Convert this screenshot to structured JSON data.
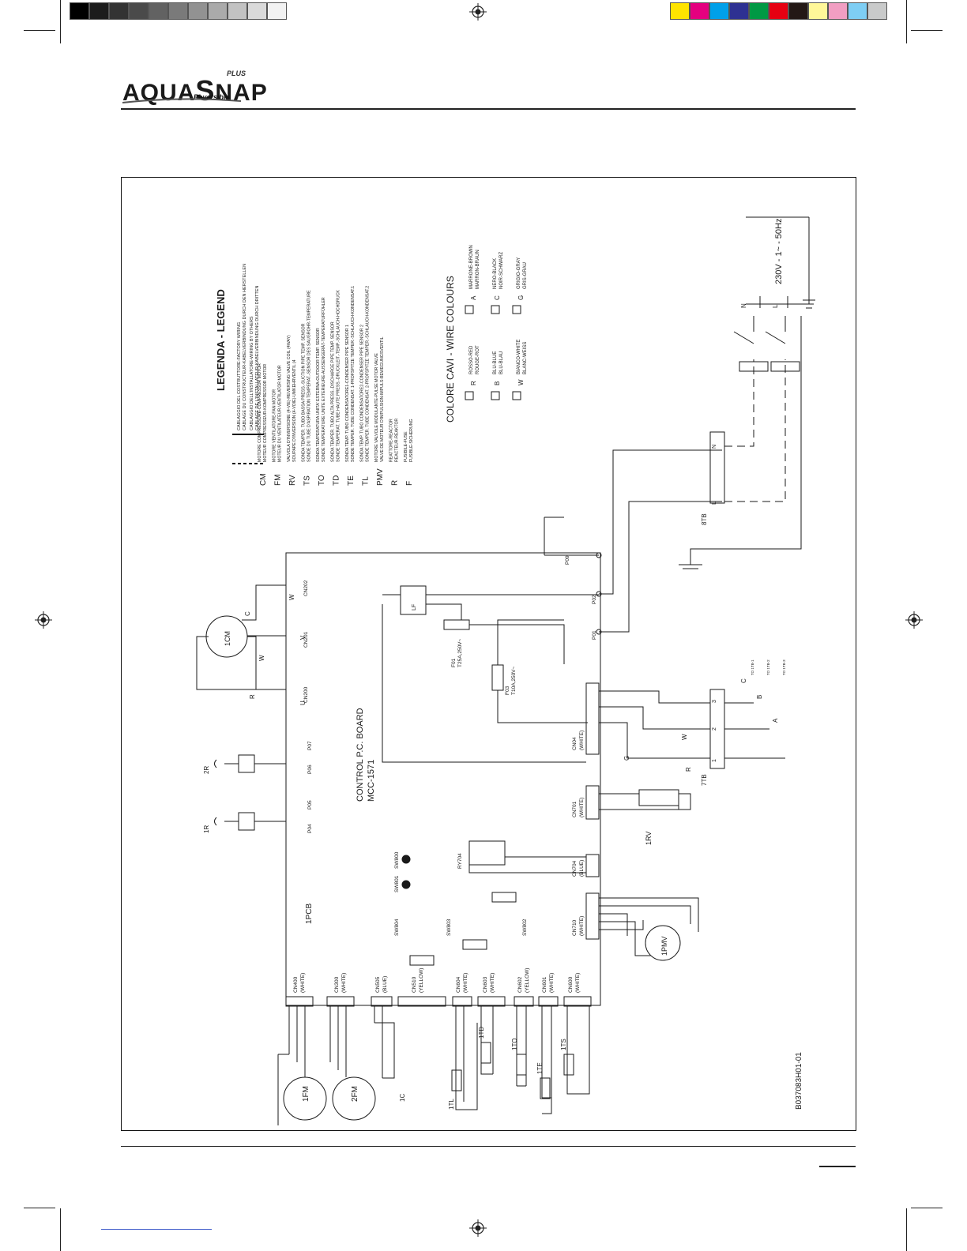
{
  "brand": {
    "name_prefix": "AQUA",
    "name_big": "S",
    "name_suffix": "NAP",
    "plus": "PLUS",
    "reversible": "Reversible"
  },
  "colors": {
    "greys": [
      "#000000",
      "#1c1c1c",
      "#333333",
      "#4a4a4a",
      "#626262",
      "#7a7a7a",
      "#929292",
      "#aaaaaa",
      "#c2c2c2",
      "#dadada",
      "#f2f2f2"
    ],
    "process": [
      "#ffe400",
      "#e4007f",
      "#00a0e9",
      "#2e3192",
      "#009944",
      "#e60012",
      "#231815",
      "#fff799",
      "#f19ec2",
      "#7ecef4",
      "#c9caca"
    ],
    "line": "#1a1a1a"
  },
  "legend": {
    "title": "LEGENDA - LEGEND",
    "wiring": [
      {
        "style": "solid",
        "lines": [
          "CABLAGGIO DEL COSTRUTTORE-FACTORY WIRING",
          "CABLAGE DU CONSTRUCTEUR-KABELVERBINDUNG DURCH DEN HERSTELLEN"
        ]
      },
      {
        "style": "dashed",
        "lines": [
          "CABLAGGIO DELL'INSTALLATORE-WIRING BY OTHERS",
          "CABLAGE DE L'INSTALLATEUR-KABELVERBINDUNG DURCH DRITTEN"
        ]
      }
    ],
    "items": [
      {
        "code": "CM",
        "lines": [
          "MOTORE COMPRESSORE-COMPRESSOR MOTOR",
          "MOTEUR COMPRESSEUR-KOMPRESSOR MOTOR"
        ]
      },
      {
        "code": "FM",
        "lines": [
          "MOTORE VENTILATORE-FAN MOTOR",
          "MOTEUR DU VENTILATEUR-VENTILATOR MOTOR"
        ]
      },
      {
        "code": "RV",
        "lines": [
          "VALVOLA D'INVERSIONE (4-VIE)-REVERSING VALVE COIL (4WAY)",
          "SOUPAPE D'INVERSION (4-VOIE)-UMKEHRVENTIL (4"
        ]
      },
      {
        "code": "TS",
        "lines": [
          "SONDA TEMPER. TUBO BASSA PRESS.-SUCTION PIPE TEMP. SENSOR",
          "SONDE DU TUBE D'ASPIRATION TEMPERAT.-SENSOR DES SAUGROHR-TEMPERATURE"
        ]
      },
      {
        "code": "TO",
        "lines": [
          "SONDA TEMPERATURA UNITA' ESTERNA-OUTDOOR TEMP. SENSOR",
          "SONDE TEMPERATURE UNITE EXTERIEURE-AUSSENGERÄT-TEMPERATURFÜHLER"
        ]
      },
      {
        "code": "TD",
        "lines": [
          "SONDA TEMPER. TUBO ALTA PRESS.-DISCHARGE PIPE TEMP. SENSOR",
          "SONDE TEMPERAT. TUBE HAUTE PRESS.-DRUCKLEIT.-TEMP.-SCHLAUCH-HOCHDRUCK"
        ]
      },
      {
        "code": "TE",
        "lines": [
          "SONDA TEMP. TUBO CONDENSATORE1-CONDENSER PIPE SENSOR 1",
          "SONDE TEMPER. TUBE CONDENSAT. 1-PROFSPITZE TEMPER.-SCHLAUCH-KONDENSAT.1"
        ]
      },
      {
        "code": "TL",
        "lines": [
          "SONDA TEMP. TUBO CONDENSATORE2-CONDENSER PIPE SENSOR 2",
          "SONDE TEMPER. TUBE CONDENSAT. 2-PROFSPITZE TEMPER.-SCHLAUCH-KONDENSAT.2"
        ]
      },
      {
        "code": "PMV",
        "lines": [
          "MOTORE VALVOLE MODULANTE-PULSE MOTOR VALVE",
          "VALVE DE MOTEUR D'IMPULSION-IMPULS-BEWEGUNGSVENTIL"
        ]
      },
      {
        "code": "R",
        "lines": [
          "REATTORE-REACTOR",
          "REACTEUR-REAKTOR"
        ]
      },
      {
        "code": "F",
        "lines": [
          "FUSIBILE-FUSE",
          "FUSIBLE-SICHERUNG"
        ]
      }
    ]
  },
  "wire_colours": {
    "title": "COLORE CAVI - WIRE COLOURS",
    "items": [
      {
        "code": "R",
        "lines": [
          "ROSSO-RED",
          "ROUGE-ROT"
        ]
      },
      {
        "code": "A",
        "lines": [
          "MARRONE-BROWN",
          "MARRON-BRAUN"
        ]
      },
      {
        "code": "B",
        "lines": [
          "BLU-BLUE",
          "BLU-BLAU"
        ]
      },
      {
        "code": "C",
        "lines": [
          "NERO-BLACK",
          "NOIR-SCHWARZ"
        ]
      },
      {
        "code": "W",
        "lines": [
          "BIANCO-WHITE",
          "BLANC-WEISS"
        ]
      },
      {
        "code": "G",
        "lines": [
          "GRIGIO-GRAY",
          "GRIS-GRAU"
        ]
      }
    ]
  },
  "diagram": {
    "board_title": "CONTROL P.C. BOARD",
    "board_model": "MCC-1571",
    "pcb": "1PCB",
    "supply": "230V - 1~ - 50Hz",
    "drawing_code": "B037083H01-01",
    "connectors_left": [
      {
        "name": "CN400",
        "colour": "(WHITE)",
        "pins": 3
      },
      {
        "name": "CN300",
        "colour": "(WHITE)",
        "pins": 3
      },
      {
        "name": "CN505",
        "colour": "(BLUE)",
        "pins": 2
      },
      {
        "name": "CN510",
        "colour": "(YELLOW)",
        "pins": 5
      },
      {
        "name": "CN604",
        "colour": "(WHITE)",
        "pins": 2
      },
      {
        "name": "CN603",
        "colour": "(WHITE)",
        "pins": 3
      },
      {
        "name": "CN602",
        "colour": "(YELLOW)",
        "pins": 2
      },
      {
        "name": "CN601",
        "colour": "(WHITE)",
        "pins": 2
      },
      {
        "name": "CN600",
        "colour": "(WHITE)",
        "pins": 3
      }
    ],
    "connectors_right": [
      {
        "name": "CN710",
        "colour": "(WHITE)"
      },
      {
        "name": "CN704",
        "colour": "(BLUE)"
      },
      {
        "name": "CN701",
        "colour": "(WHITE)"
      },
      {
        "name": "CN04",
        "colour": "(WHITE)"
      }
    ],
    "switches": [
      "SW804",
      "SW803",
      "SW802",
      "SW801",
      "SW800"
    ],
    "relay": "RY704",
    "points_top": [
      "P04",
      "P05",
      "P06",
      "P07",
      "CN200",
      "CN201",
      "CN202"
    ],
    "points_bottom": [
      "P01",
      "P02",
      "P09"
    ],
    "fuses": [
      {
        "name": "F01",
        "rating": "T25A,250V~"
      },
      {
        "name": "F03",
        "rating": "T10A,250V~"
      }
    ],
    "filter": "LF",
    "components": [
      "1FM",
      "2FM",
      "1C",
      "1TL",
      "1TD",
      "1TO",
      "1TE",
      "1TS",
      "1PMV",
      "1RV",
      "1CM",
      "1R",
      "2R"
    ],
    "terminal_blocks": [
      {
        "name": "7TB",
        "terminals": [
          "1",
          "2",
          "3"
        ]
      },
      {
        "name": "8TB",
        "terminals": [
          "L",
          "N"
        ]
      }
    ],
    "mains": [
      "N",
      "L"
    ],
    "wire_letters": [
      "R",
      "W",
      "C",
      "U",
      "V",
      "W",
      "G",
      "W",
      "R",
      "A",
      "B",
      "C"
    ],
    "to_indoor": [
      "TO 1TB-1",
      "TO 1TB-2",
      "TO 1TB-3"
    ]
  }
}
